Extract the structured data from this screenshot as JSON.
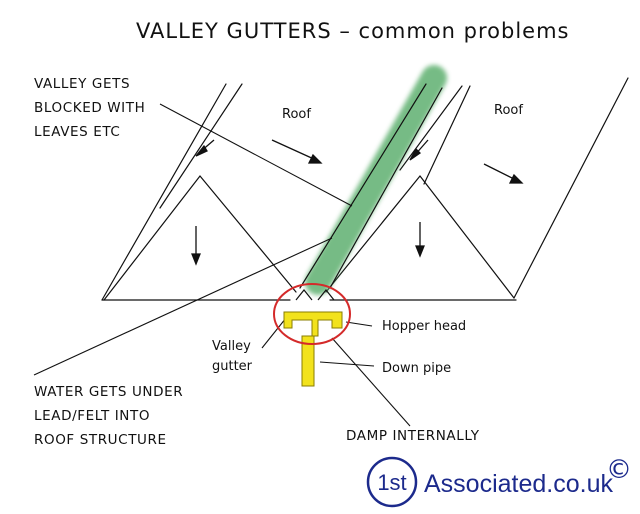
{
  "title": "VALLEY GUTTERS – common problems",
  "labels": {
    "roof_left": "Roof",
    "roof_right": "Roof",
    "valley_blocked": [
      "VALLEY GETS",
      "BLOCKED WITH",
      "LEAVES ETC"
    ],
    "water_under": [
      "WATER GETS UNDER",
      "LEAD/FELT INTO",
      "ROOF STRUCTURE"
    ],
    "valley_gutter": [
      "Valley",
      "gutter"
    ],
    "hopper_head": "Hopper head",
    "down_pipe": "Down pipe",
    "damp": "DAMP INTERNALLY"
  },
  "logo": {
    "badge": "1st",
    "text": "Associated.co.uk",
    "copyright": "©"
  },
  "colors": {
    "leaves": "#5fb070",
    "pipe": "#f2e21c",
    "circle": "#d42a2a",
    "logo": "#1c2a8c"
  }
}
